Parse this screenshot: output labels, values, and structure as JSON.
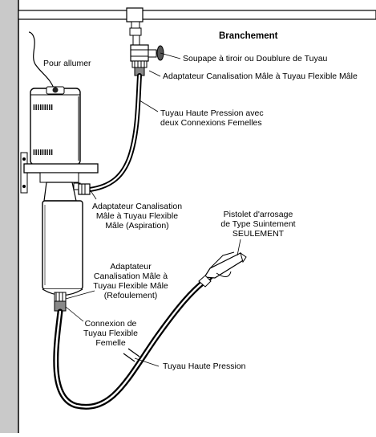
{
  "labels": {
    "branchement": "Branchement",
    "pour_allumer": "Pour allumer",
    "soupape": "Soupape à tiroir ou Doublure de Tuyau",
    "adaptateur_flexible_top": "Adaptateur Canalisation Mâle à Tuyau Flexible Mâle",
    "tuyau_hp_connexions": "Tuyau Haute Pression avec\ndeux Connexions Femelles",
    "adaptateur_aspiration": "Adaptateur Canalisation\nMâle à Tuyau Flexible\nMâle (Aspiration)",
    "pistolet": "Pistolet d'arrosage\nde Type Suintement\nSEULEMENT",
    "adaptateur_refoulement": "Adaptateur\nCanalisation Mâle à\nTuyau Flexible Mâle\n(Refoulement)",
    "connexion_flexible": "Connexion de\nTuyau Flexible\nFemelle",
    "tuyau_hp": "Tuyau Haute Pression"
  },
  "motor_marks": [
    "IIIIIIIII",
    "IIIIIIIII"
  ]
}
